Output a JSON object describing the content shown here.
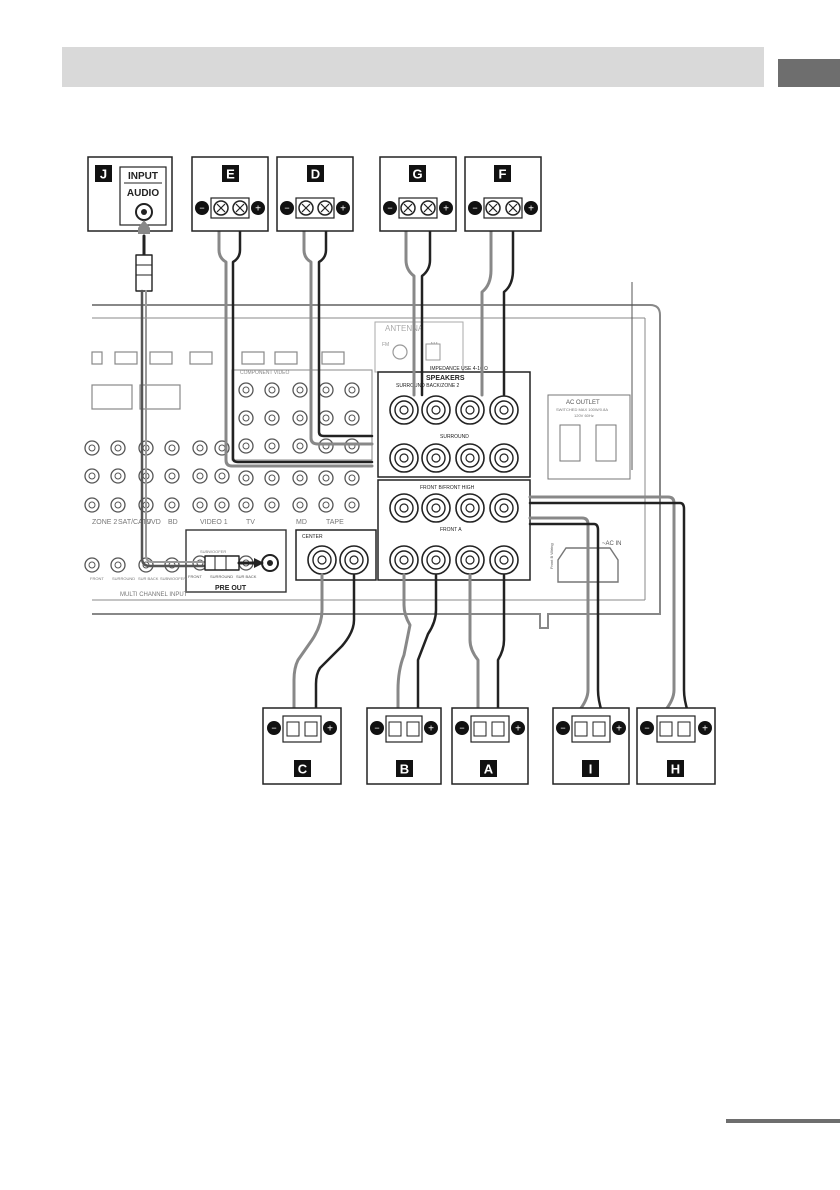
{
  "header": {
    "title": ""
  },
  "boxes": {
    "J": "J",
    "E": "E",
    "D": "D",
    "G": "G",
    "F": "F",
    "C": "C",
    "B": "B",
    "A": "A",
    "I": "I",
    "H": "H"
  },
  "input_box": {
    "line1": "INPUT",
    "line2": "AUDIO"
  },
  "panel": {
    "antenna": "ANTENNA",
    "fm": "FM",
    "am": "AM",
    "impedance": "IMPEDANCE USE 4-16 Ω",
    "speakers": "SPEAKERS",
    "surround_back_zone2": "SURROUND BACK/ZONE 2",
    "surround": "SURROUND",
    "front_b_high": "FRONT B/FRONT HIGH",
    "front_a": "FRONT A",
    "center": "CENTER",
    "bi_amp": "Front B Wiring",
    "ac_outlet": "AC OUTLET",
    "ac_outlet_spec1": "SWITCHED MAX 100W/0.8A",
    "ac_outlet_spec2": "120V 60Hz",
    "ac_in": "~AC IN",
    "component_video": "COMPONENT VIDEO",
    "pre_out": "PRE OUT",
    "multi_channel_input": "MULTI CHANNEL INPUT",
    "video1": "VIDEO 1",
    "tv": "TV",
    "md": "MD",
    "tape": "TAPE",
    "bd": "BD",
    "dvd": "DVD",
    "sat": "SAT/CATV",
    "zone2": "ZONE 2",
    "subwoofer": "SUBWOOFER",
    "pre_out_labels": [
      "FRONT",
      "SURROUND",
      "SUR BACK"
    ],
    "mci_labels": [
      "FRONT",
      "SURROUND",
      "SUR BACK",
      "SUBWOOFER"
    ]
  },
  "terminal_signs": {
    "minus": "−",
    "plus": "+"
  },
  "colors": {
    "line": "#222222",
    "panel_gray": "#888888",
    "label_bg": "#111111",
    "band": "#d9d9d9",
    "tab": "#6e6e6e"
  }
}
